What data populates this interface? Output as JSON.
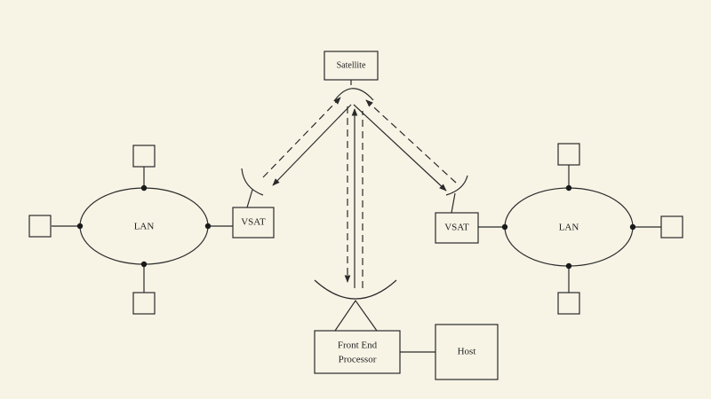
{
  "nodes": {
    "satellite": "Satellite",
    "vsat_left": "VSAT",
    "vsat_right": "VSAT",
    "lan_left": "LAN",
    "lan_right": "LAN",
    "fep_line1": "Front End",
    "fep_line2": "Processor",
    "host": "Host"
  }
}
